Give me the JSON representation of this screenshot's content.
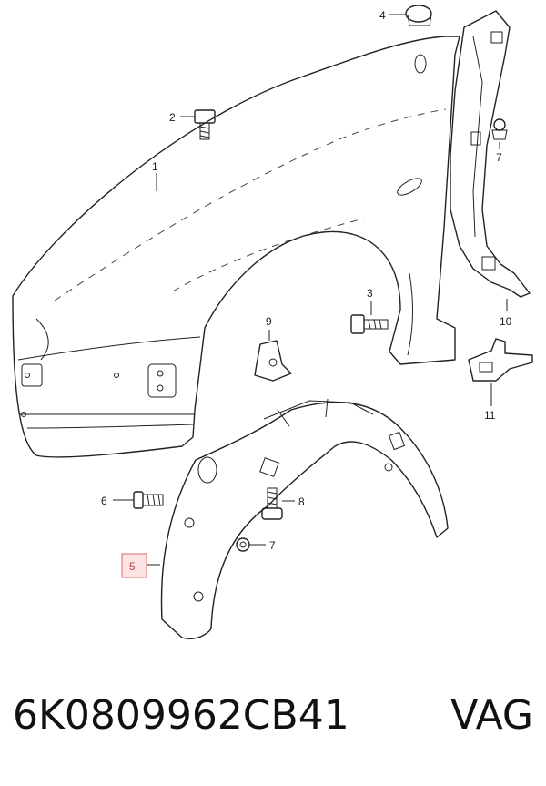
{
  "callouts": {
    "c1": "1",
    "c2": "2",
    "c3": "3",
    "c4": "4",
    "c5": "5",
    "c6": "6",
    "c7a": "7",
    "c7b": "7",
    "c8": "8",
    "c9": "9",
    "c10": "10",
    "c11": "11"
  },
  "footer": {
    "part_number": "6K0809962CB41",
    "brand": "VAG"
  },
  "highlight_color": "#d46a6a"
}
